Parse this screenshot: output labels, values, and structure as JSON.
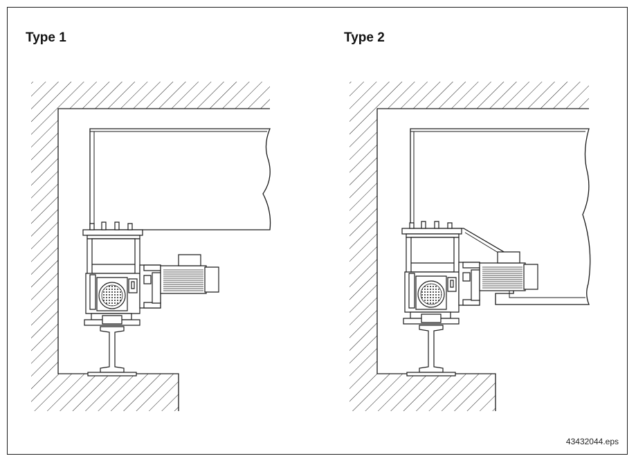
{
  "labels": {
    "type1": "Type 1",
    "type2": "Type 2",
    "file_ref": "43432044.eps"
  },
  "variants": [
    {
      "id": "type1",
      "label": "Type 1",
      "bracket": "flat"
    },
    {
      "id": "type2",
      "label": "Type 2",
      "bracket": "angled"
    }
  ],
  "colors": {
    "line": "#1a1a1a",
    "background": "#ffffff"
  }
}
